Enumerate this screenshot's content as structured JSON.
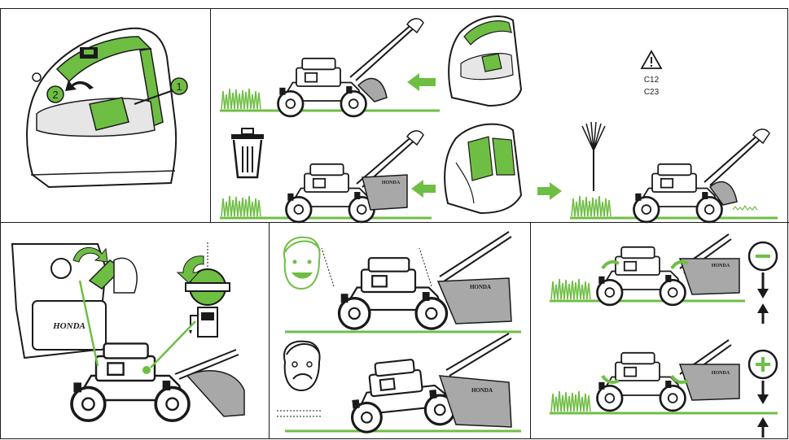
{
  "colors": {
    "accent_green": "#6fbe44",
    "line": "#1a1a1a",
    "grey": "#a8a8a8",
    "light_grey": "#d9d9d9",
    "white": "#ffffff"
  },
  "panels": {
    "collector_removal": {
      "step_1": "1",
      "step_2": "2"
    },
    "warning": {
      "icon": "warning-triangle-icon",
      "code_1": "C12",
      "code_2": "C23"
    },
    "bag_brand": "HONDA",
    "engine_brand": "HONDA",
    "height_adjust": {
      "lower_icon": "minus-circle-icon",
      "raise_icon": "plus-circle-icon"
    }
  }
}
